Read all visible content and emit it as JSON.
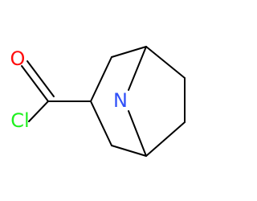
{
  "molecule": {
    "atoms": {
      "oxygen": "O",
      "nitrogen": "N",
      "chlorine": "Cl"
    },
    "colors": {
      "oxygen": "#FF0D0D",
      "nitrogen": "#3050F8",
      "chlorine": "#1FF01F",
      "bond": "#000000"
    }
  }
}
